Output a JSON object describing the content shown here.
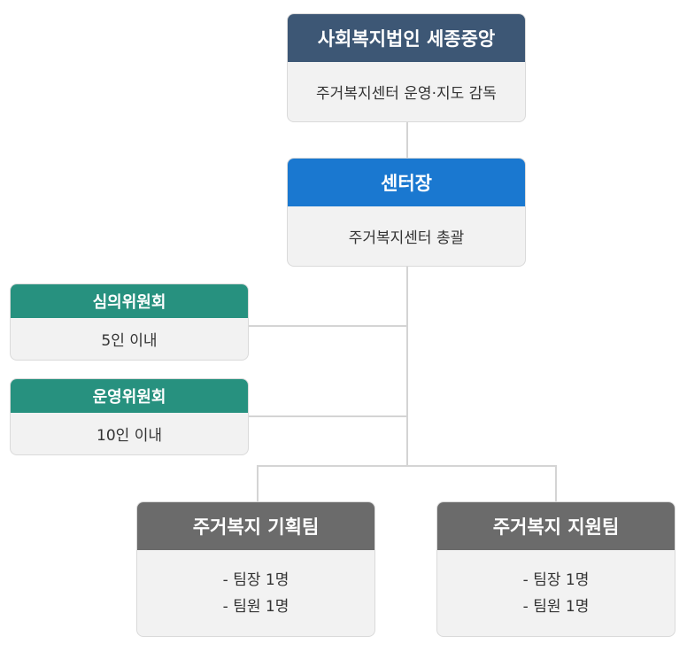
{
  "org": {
    "foundation": {
      "title": "사회복지법인 세종중앙",
      "desc": "주거복지센터 운영·지도 감독"
    },
    "director": {
      "title": "센터장",
      "desc": "주거복지센터 총괄"
    },
    "committees": [
      {
        "title": "심의위원회",
        "desc": "5인 이내"
      },
      {
        "title": "운영위원회",
        "desc": "10인 이내"
      }
    ],
    "teams": [
      {
        "title": "주거복지 기획팀",
        "members": [
          "- 팀장 1명",
          "- 팀원 1명"
        ]
      },
      {
        "title": "주거복지 지원팀",
        "members": [
          "- 팀장 1명",
          "- 팀원 1명"
        ]
      }
    ]
  },
  "colors": {
    "foundation_header": "#3d5775",
    "director_header": "#1a78d0",
    "committee_header": "#27917f",
    "team_header": "#6b6b6b",
    "box_body": "#f2f2f2",
    "connector": "#d4d4d4"
  }
}
